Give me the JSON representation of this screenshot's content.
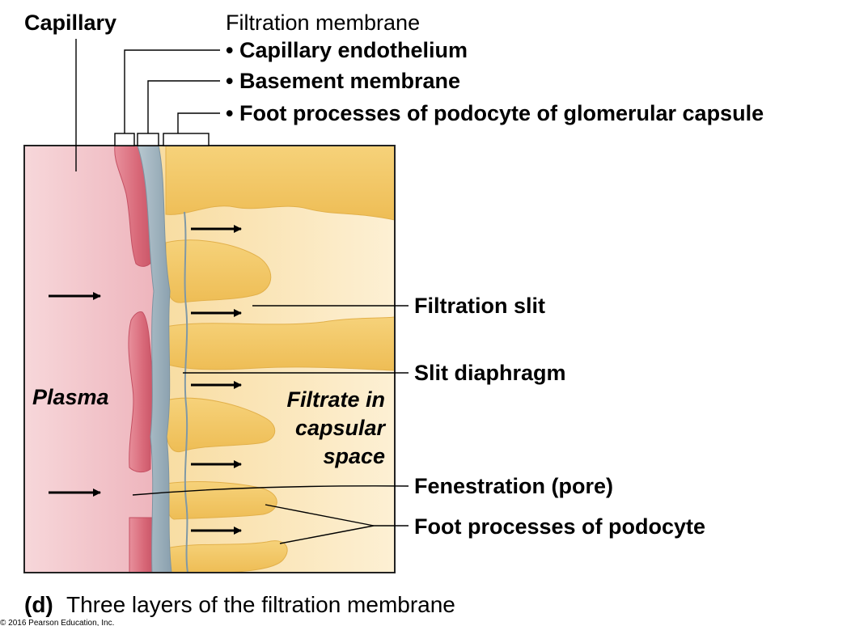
{
  "labels": {
    "capillary": "Capillary",
    "filtration_membrane": "Filtration membrane",
    "capillary_endothelium": "• Capillary endothelium",
    "basement_membrane": "• Basement membrane",
    "foot_processes_capsule": "• Foot processes of podocyte of glomerular capsule",
    "filtration_slit": "Filtration slit",
    "slit_diaphragm": "Slit diaphragm",
    "plasma": "Plasma",
    "filtrate_line1": "Filtrate in",
    "filtrate_line2": "capsular",
    "filtrate_line3": "space",
    "fenestration": "Fenestration (pore)",
    "foot_processes": "Foot processes of podocyte"
  },
  "caption": {
    "letter": "(d)",
    "text": "Three layers of the filtration membrane"
  },
  "copyright": "© 2016 Pearson Education, Inc.",
  "colors": {
    "plasma": "#f2c6cc",
    "endothelium": "#e07c8c",
    "basement": "#9fb4c0",
    "podocyte": "#f4cc6c",
    "capsular_space": "#fbe6b8"
  }
}
